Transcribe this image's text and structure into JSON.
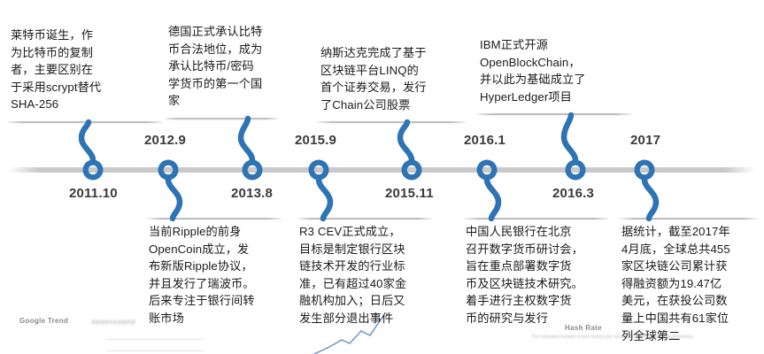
{
  "theme": {
    "accent": "#2e74b5",
    "rail": "#c9c9c9",
    "separator": "#bfbfbf",
    "text": "#1b1b1b",
    "date_text": "#3a3a3a",
    "background": "#ffffff"
  },
  "timeline": {
    "milestones": [
      {
        "id": "2011-10",
        "date": "2011.10",
        "date_position": "below",
        "card_position": "above",
        "text": "莱特币诞生，作\n为比特币的复制\n者，主要区别在\n于采用scrypt替代\nSHA-256"
      },
      {
        "id": "2012-9",
        "date": "2012.9",
        "date_position": "above",
        "card_position": "below",
        "text": "当前Ripple的前身\nOpenCoin成立，发\n布新版Ripple协议，\n并且发行了瑞波币。\n后来专注于银行间转\n账市场"
      },
      {
        "id": "2013-8",
        "date": "2013.8",
        "date_position": "below",
        "card_position": "above",
        "text": "德国正式承认比特\n币合法地位，成为\n承认比特币/密码\n学货币的第一个国\n家"
      },
      {
        "id": "2015-9",
        "date": "2015.9",
        "date_position": "above",
        "card_position": "below",
        "text": "R3 CEV正式成立，\n目标是制定银行区块\n链技术开发的行业标\n准，已有超过40家金\n融机构加入；日后又\n发生部分退出事件"
      },
      {
        "id": "2015-11",
        "date": "2015.11",
        "date_position": "below",
        "card_position": "above",
        "text": "纳斯达克完成了基于\n区块链平台LINQ的\n首个证券交易，发行\n了Chain公司股票"
      },
      {
        "id": "2016-1",
        "date": "2016.1",
        "date_position": "above",
        "card_position": "below",
        "text": "中国人民银行在北京\n召开数字货币研讨会，\n旨在重点部署数字货\n币及区块链技术研究。\n着手进行主权数字货\n币的研究与发行"
      },
      {
        "id": "2016-3",
        "date": "2016.3",
        "date_position": "below",
        "card_position": "above",
        "text": "IBM正式开源\nOpenBlockChain，\n并以此为基础成立了\nHyperLedger项目"
      },
      {
        "id": "2017",
        "date": "2017",
        "date_position": "above",
        "card_position": "below",
        "text": "据统计，截至2017年\n4月底，全球总共455\n家区块链公司累计获\n得融资额为19.47亿\n美元，在获投公司数\n量上中国共有61家位\n列全球第二"
      }
    ]
  },
  "watermarks": {
    "google_trend": "Google Trend",
    "google_trend_caption": "网络搜索的热度趋势图",
    "hash_rate": "Hash Rate",
    "hash_rate_caption": "The estimated number of tera hashes per second the bitcoin network is performing"
  }
}
